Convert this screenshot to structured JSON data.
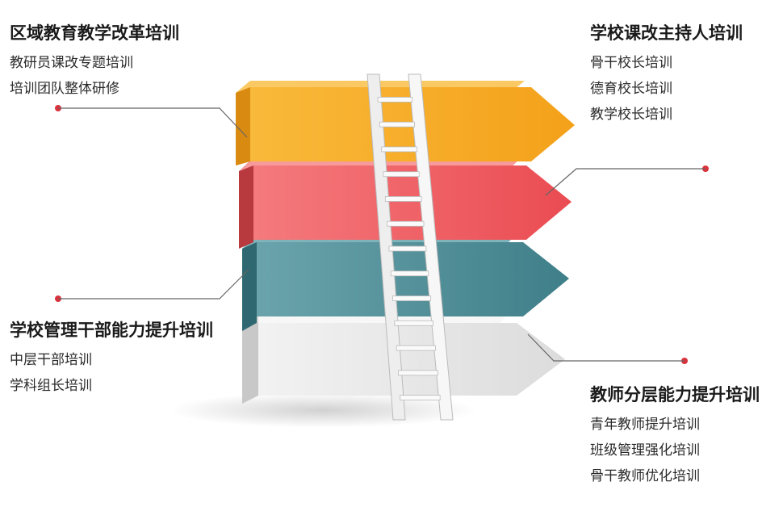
{
  "diagram": {
    "top_left": {
      "heading": "区域教育教学改革培训",
      "items": [
        "教研员课改专题培训",
        "培训团队整体研修"
      ]
    },
    "top_right": {
      "heading": "学校课改主持人培训",
      "items": [
        "骨干校长培训",
        "德育校长培训",
        "教学校长培训"
      ]
    },
    "bottom_left": {
      "heading": "学校管理干部能力提升培训",
      "items": [
        "中层干部培训",
        "学科组长培训"
      ]
    },
    "bottom_right": {
      "heading": "教师分层能力提升培训",
      "items": [
        "青年教师提升培训",
        "班级管理强化培训",
        "骨干教师优化培训"
      ]
    },
    "colors": {
      "arrow_orange": "#f6a623",
      "arrow_red": "#ee5a5e",
      "arrow_teal": "#4f8f98",
      "arrow_white": "#e6e6e6",
      "connector_dot": "#d9323c",
      "connector_line": "#666666",
      "ladder": "#f4f4f4"
    }
  }
}
